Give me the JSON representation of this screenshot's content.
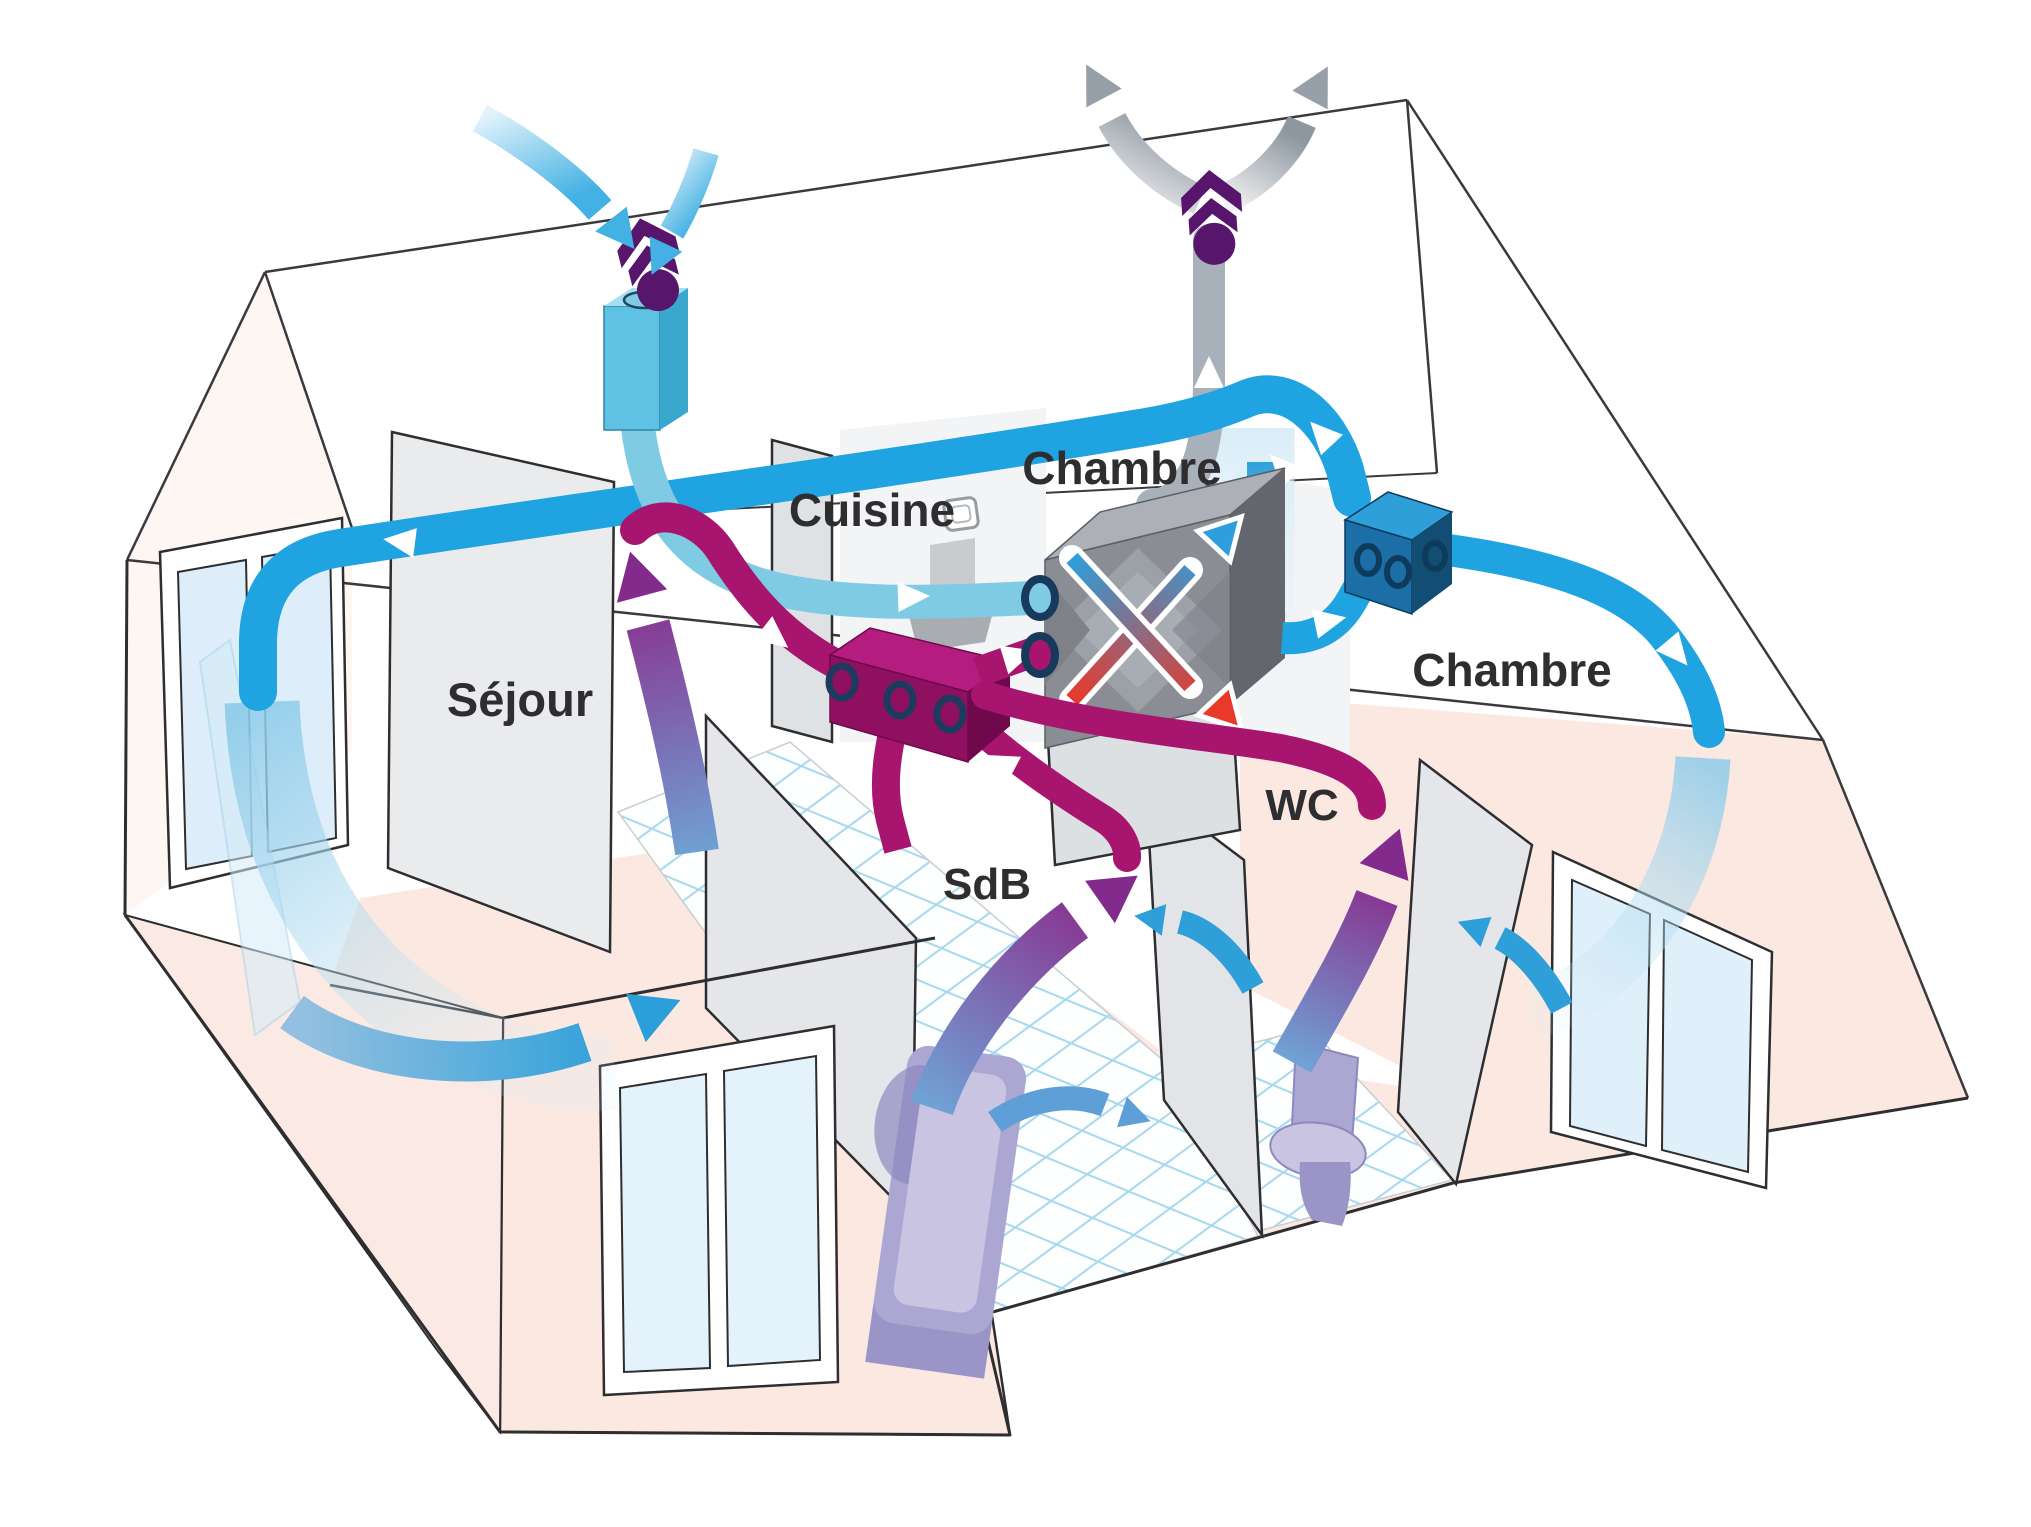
{
  "labels": {
    "room_sejour": "Séjour",
    "room_cuisine": "Cuisine",
    "room_chambre_back": "Chambre",
    "room_chambre_right": "Chambre",
    "room_sdb": "SdB",
    "room_wc": "WC"
  },
  "colors": {
    "fresh_air_blue": "#1fa3e1",
    "tempered_air_cyan": "#7fcbe4",
    "extract_air_magenta": "#a8156e",
    "exhaust_air_gray": "#a8b1ba",
    "roof_cap_purple": "#57156b",
    "heat_exchanger_gray": "#8a8d94",
    "heat_hot_red": "#e8392b",
    "floor_pink": "#fbe9e1",
    "fixture_purple": "#aca6d3",
    "tile_line_blue": "#a5d8ee"
  },
  "icons": {
    "intake_cap": "air-intake-roof-cap-icon",
    "exhaust_cap": "exhaust-roof-cap-icon",
    "heat_exchanger": "heat-exchanger-cross-flow-icon",
    "kitchen_grille": "kitchen-vent-grille-icon",
    "bathtub": "bathtub-icon",
    "toilet": "toilet-icon"
  }
}
